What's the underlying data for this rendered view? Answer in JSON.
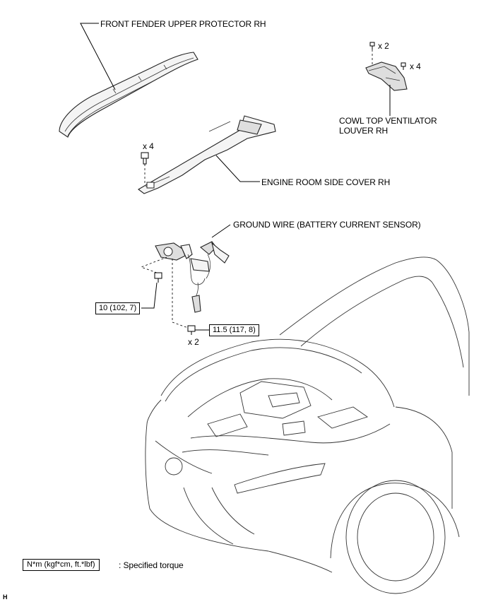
{
  "labels": {
    "front_fender": "FRONT FENDER UPPER PROTECTOR RH",
    "cowl_line1": "COWL TOP VENTILATOR",
    "cowl_line2": "LOUVER RH",
    "engine_cover": "ENGINE ROOM SIDE COVER RH",
    "ground_wire": "GROUND WIRE  (BATTERY CURRENT SENSOR)"
  },
  "quantities": {
    "cowl_clips_a": "x 2",
    "cowl_clips_b": "x 4",
    "cover_clips": "x 4",
    "bolts": "x 2"
  },
  "torques": {
    "bolt_single": "10 (102, 7)",
    "bolt_double": "11.5 (117, 8)"
  },
  "legend": {
    "box_text": "N*m (kgf*cm, ft.*lbf)",
    "description": ": Specified torque"
  },
  "corner_code": "H"
}
